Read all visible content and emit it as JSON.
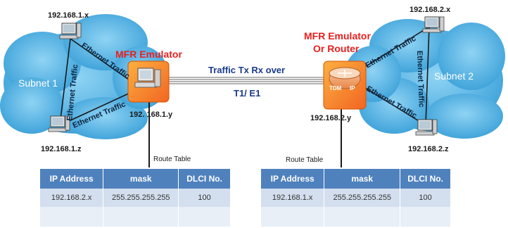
{
  "left": {
    "subnet_label": "Subnet 1",
    "device_title": "MFR Emulator",
    "host_x": "192.168.1.x",
    "host_z": "192.168.1.z",
    "device_ip": "192. 168.1.y",
    "route_table_label": "Route Table",
    "table": {
      "headers": [
        "IP Address",
        "mask",
        "DLCI No."
      ],
      "rows": [
        [
          "192.168.2.x",
          "255.255.255.255",
          "100"
        ],
        [
          "",
          "",
          ""
        ]
      ]
    }
  },
  "right": {
    "subnet_label": "Subnet 2",
    "device_title_line1": "MFR Emulator",
    "device_title_line2": "Or Router",
    "host_x": "192.168.2.x",
    "host_z": "192.168.2.z",
    "device_ip": "192.168.2.y",
    "router_tags": [
      "TDM",
      "IP"
    ],
    "route_table_label": "Route Table",
    "table": {
      "headers": [
        "IP Address",
        "mask",
        "DLCI No."
      ],
      "rows": [
        [
          "192.168.1.x",
          "255.255.255.255",
          "100"
        ],
        [
          "",
          "",
          ""
        ]
      ]
    }
  },
  "link": {
    "label_line1": "Traffic Tx Rx over",
    "label_line2": "T1/ E1"
  },
  "ethernet_label": "Ethernet Traffic",
  "colors": {
    "cloud": "#58b4e3",
    "device_orange": "#f7941d",
    "title_red": "#e8201f",
    "table_header": "#4f81bd",
    "table_row": "#d3dfee"
  }
}
